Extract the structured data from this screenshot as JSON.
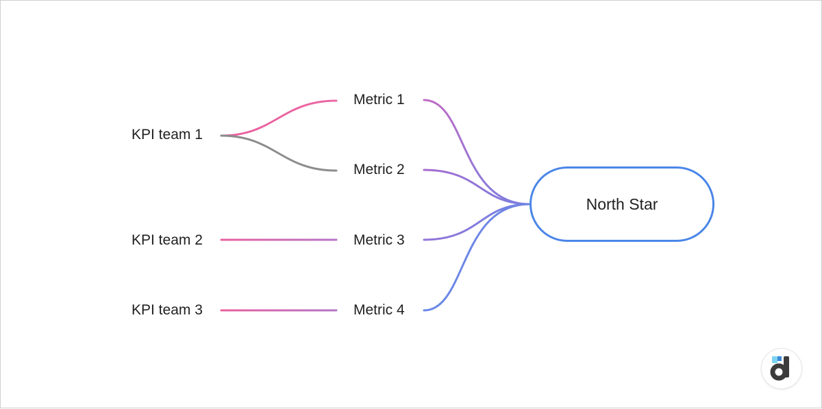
{
  "diagram": {
    "kpis": [
      {
        "label": "KPI team 1"
      },
      {
        "label": "KPI team 2"
      },
      {
        "label": "KPI team 3"
      }
    ],
    "metrics": [
      {
        "label": "Metric 1"
      },
      {
        "label": "Metric 2"
      },
      {
        "label": "Metric 3"
      },
      {
        "label": "Metric 4"
      }
    ],
    "goal": {
      "label": "North Star"
    },
    "links": [
      {
        "from": "KPI team 1",
        "to": "Metric 1",
        "color": "#e8609e"
      },
      {
        "from": "KPI team 1",
        "to": "Metric 2",
        "color": "#8c8c8c"
      },
      {
        "from": "KPI team 2",
        "to": "Metric 3",
        "color": "#e8609e"
      },
      {
        "from": "KPI team 3",
        "to": "Metric 4",
        "color": "#e8609e"
      },
      {
        "from": "Metric 1",
        "to": "North Star",
        "color": "#b86bc8"
      },
      {
        "from": "Metric 2",
        "to": "North Star",
        "color": "#9a6fd4"
      },
      {
        "from": "Metric 3",
        "to": "North Star",
        "color": "#8a78dc"
      },
      {
        "from": "Metric 4",
        "to": "North Star",
        "color": "#6f84e4"
      }
    ],
    "accent_color": "#4a86e8"
  },
  "brand": {
    "logo_icon": "devtodev-logo-icon",
    "colors": {
      "dark": "#3c3c3c",
      "light_blue": "#7dd3f0",
      "blue": "#3c8ad8"
    }
  }
}
